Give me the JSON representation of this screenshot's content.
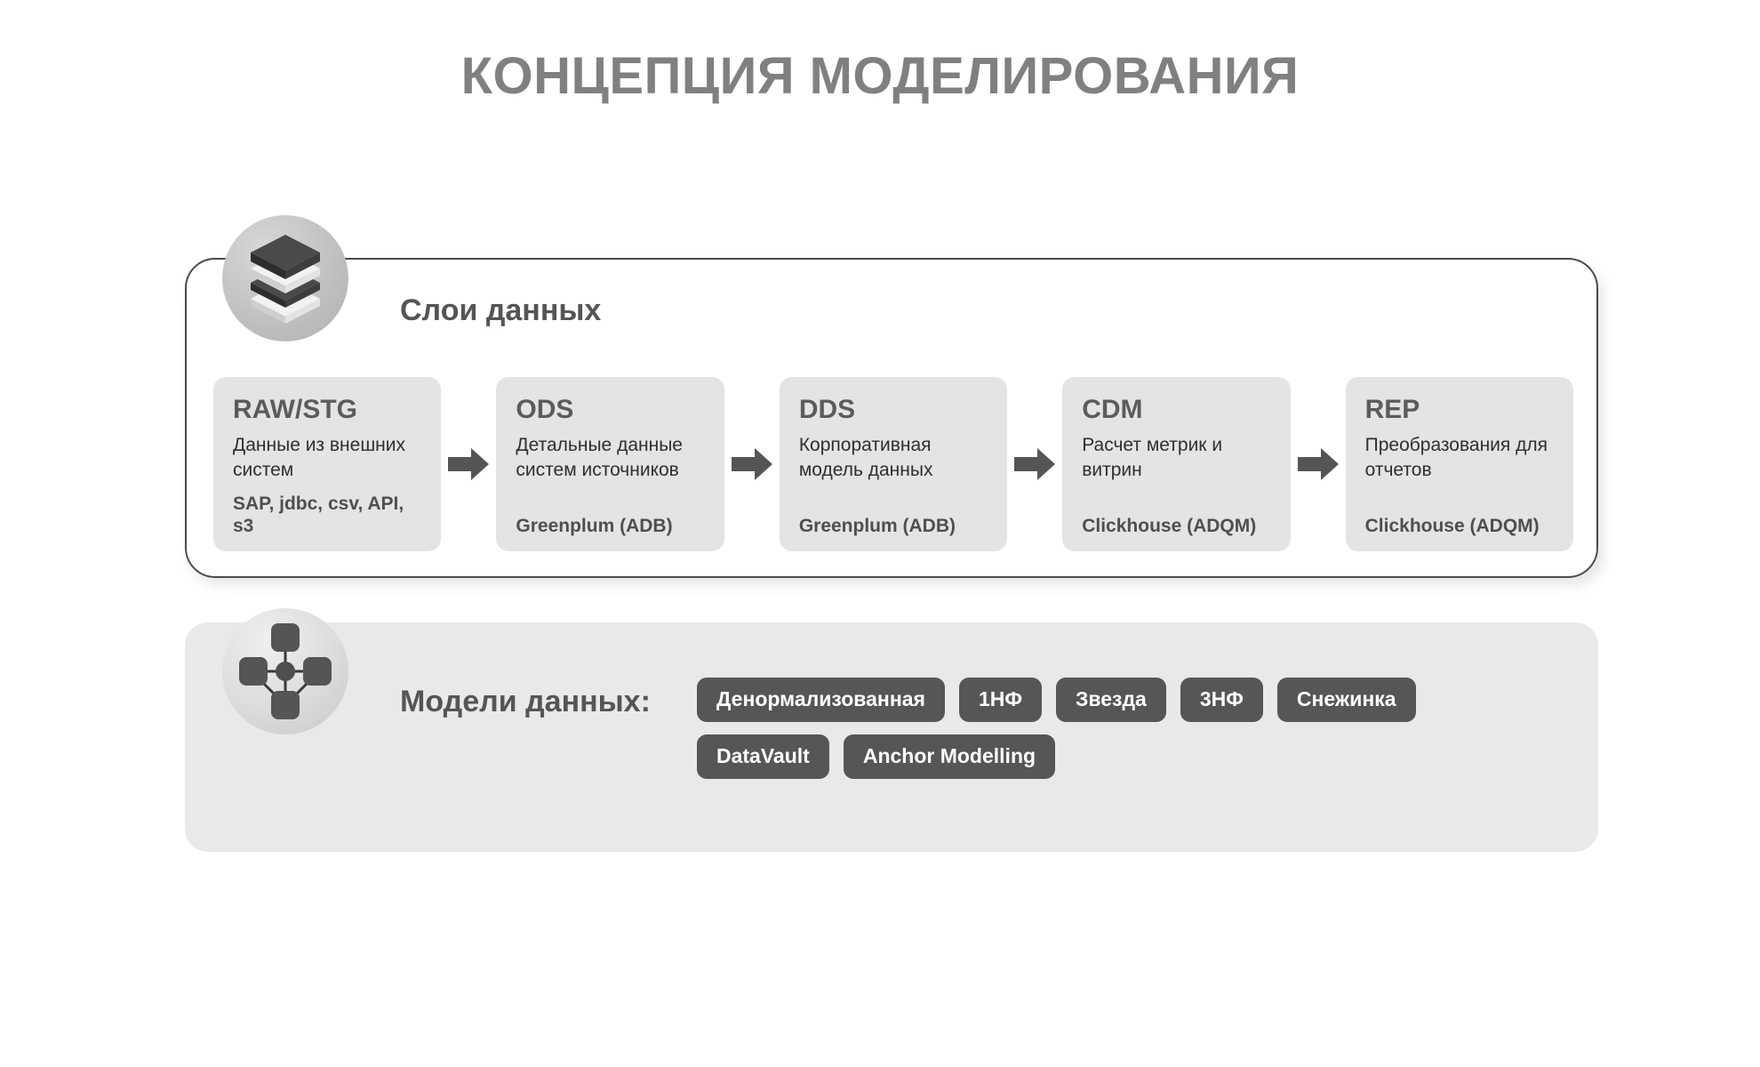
{
  "title": "КОНЦЕПЦИЯ МОДЕЛИРОВАНИЯ",
  "colors": {
    "title": "#808080",
    "panel_border": "#4a4a4a",
    "card_bg": "#e4e4e4",
    "card_title": "#5c5c5c",
    "panel_bg": "#e9e9e9",
    "pill_bg": "#565656",
    "pill_text": "#ffffff",
    "arrow": "#555555"
  },
  "layers_section": {
    "heading": "Слои данных",
    "icon": "data-layers-icon",
    "cards": [
      {
        "title": "RAW/STG",
        "description": "Данные из внешних систем",
        "tech": "SAP, jdbc, csv, API, s3"
      },
      {
        "title": "ODS",
        "description": "Детальные данные систем источников",
        "tech": "Greenplum (ADB)"
      },
      {
        "title": "DDS",
        "description": "Корпоративная модель данных",
        "tech": "Greenplum (ADB)"
      },
      {
        "title": "CDM",
        "description": "Расчет метрик и витрин",
        "tech": "Clickhouse (ADQM)"
      },
      {
        "title": "REP",
        "description": "Преобразования для отчетов",
        "tech": "Clickhouse (ADQM)"
      }
    ]
  },
  "models_section": {
    "heading": "Модели данных:",
    "icon": "network-graph-icon",
    "pills": [
      "Денормализованная",
      "1НФ",
      "Звезда",
      "3НФ",
      "Снежинка",
      "DataVault",
      "Anchor Modelling"
    ]
  }
}
